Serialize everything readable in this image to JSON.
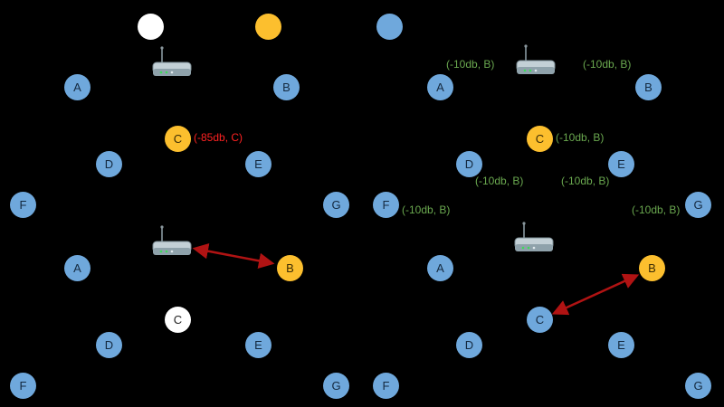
{
  "diagram": {
    "background": "#000000",
    "legend": [
      {
        "name": "white-marker",
        "color": "#ffffff"
      },
      {
        "name": "yellow-marker",
        "color": "#fcbf2e"
      },
      {
        "name": "blue-marker",
        "color": "#6fa8dc"
      }
    ],
    "colors": {
      "node_blue": "#6fa8dc",
      "node_yellow": "#fcbf2e",
      "node_white": "#ffffff",
      "annotation_green": "#6aa84f",
      "annotation_red": "#ff2222",
      "arrow_red": "#b01313"
    },
    "panels": [
      {
        "name": "top-left",
        "router": "wifi-router",
        "nodes": [
          {
            "label": "A",
            "color": "blue"
          },
          {
            "label": "B",
            "color": "blue"
          },
          {
            "label": "C",
            "color": "yellow",
            "annotation": "(-85db, C)",
            "annotation_color": "red"
          },
          {
            "label": "D",
            "color": "blue"
          },
          {
            "label": "E",
            "color": "blue"
          },
          {
            "label": "F",
            "color": "blue"
          },
          {
            "label": "G",
            "color": "blue"
          }
        ]
      },
      {
        "name": "top-right",
        "router": "wifi-router",
        "nodes": [
          {
            "label": "A",
            "color": "blue",
            "annotation": "(-10db, B)",
            "annotation_color": "green"
          },
          {
            "label": "B",
            "color": "blue",
            "annotation": "(-10db, B)",
            "annotation_color": "green"
          },
          {
            "label": "C",
            "color": "yellow",
            "annotation": "(-10db, B)",
            "annotation_color": "green"
          },
          {
            "label": "D",
            "color": "blue",
            "annotation": "(-10db, B)",
            "annotation_color": "green"
          },
          {
            "label": "E",
            "color": "blue",
            "annotation": "(-10db, B)",
            "annotation_color": "green"
          },
          {
            "label": "F",
            "color": "blue",
            "annotation": "(-10db, B)",
            "annotation_color": "green"
          },
          {
            "label": "G",
            "color": "blue",
            "annotation": "(-10db, B)",
            "annotation_color": "green"
          }
        ]
      },
      {
        "name": "bottom-left",
        "router": "wifi-router",
        "arrow": {
          "from": "router",
          "to": "B",
          "style": "double-headed-red"
        },
        "nodes": [
          {
            "label": "A",
            "color": "blue"
          },
          {
            "label": "B",
            "color": "yellow"
          },
          {
            "label": "C",
            "color": "white"
          },
          {
            "label": "D",
            "color": "blue"
          },
          {
            "label": "E",
            "color": "blue"
          },
          {
            "label": "F",
            "color": "blue"
          },
          {
            "label": "G",
            "color": "blue"
          }
        ]
      },
      {
        "name": "bottom-right",
        "router": "wifi-router",
        "arrow": {
          "from": "C",
          "to": "B",
          "style": "double-headed-red"
        },
        "nodes": [
          {
            "label": "A",
            "color": "blue"
          },
          {
            "label": "B",
            "color": "yellow"
          },
          {
            "label": "C",
            "color": "blue"
          },
          {
            "label": "D",
            "color": "blue"
          },
          {
            "label": "E",
            "color": "blue"
          },
          {
            "label": "F",
            "color": "blue"
          },
          {
            "label": "G",
            "color": "blue"
          }
        ]
      }
    ]
  }
}
